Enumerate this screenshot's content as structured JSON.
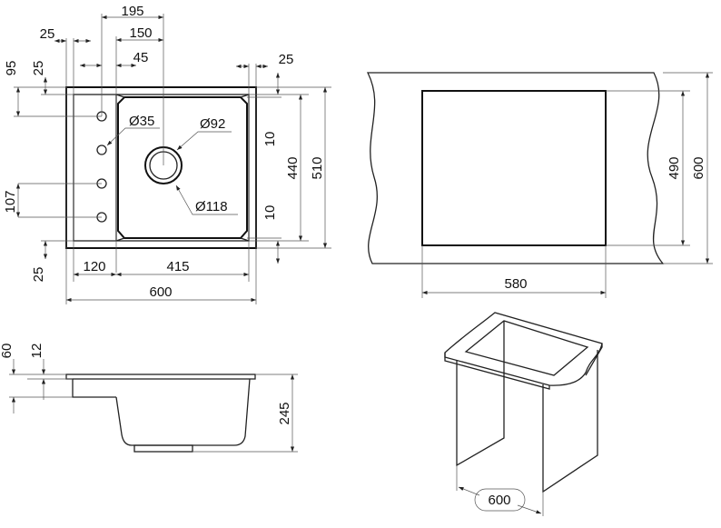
{
  "plan_view": {
    "dims": {
      "d195": "195",
      "d150": "150",
      "d45": "45",
      "d25_left_top": "25",
      "d25_right_top": "25",
      "d95": "95",
      "d25_vert_top": "25",
      "d107": "107",
      "d25_vert_bottom": "25",
      "d10_top": "10",
      "d10_bottom": "10",
      "d440": "440",
      "d510": "510",
      "d120": "120",
      "d415": "415",
      "d600": "600"
    },
    "callouts": {
      "tap_hole": "Ø35",
      "drain_inner": "Ø92",
      "drain_outer": "Ø118"
    }
  },
  "cabinet_view": {
    "dims": {
      "d580": "580",
      "d490": "490",
      "d600": "600"
    }
  },
  "side_view": {
    "dims": {
      "d60": "60",
      "d12": "12",
      "d245": "245"
    }
  },
  "iso_view": {
    "dims": {
      "d600": "600"
    }
  }
}
